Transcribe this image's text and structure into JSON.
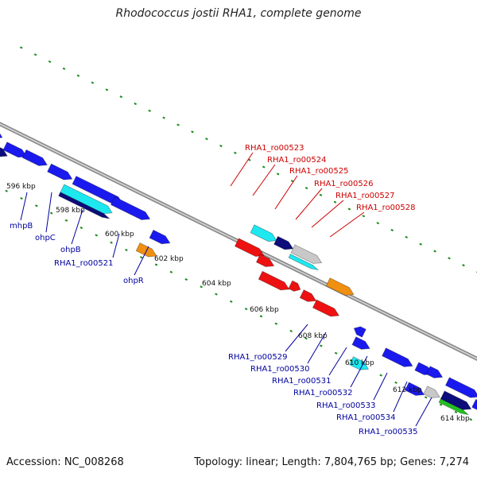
{
  "title": "Rhodococcus jostii RHA1, complete genome",
  "footer": {
    "accession": "Accession: NC_008268",
    "summary": "Topology: linear; Length: 7,804,765 bp; Genes: 7,274"
  },
  "colors": {
    "backbone": "#8c8c8c",
    "ticks": "#1a8a1a",
    "gene_blue": "#1a1aee",
    "gene_navy": "#0c0c7a",
    "gene_cyan": "#1de8f0",
    "gene_red": "#ee1111",
    "gene_orange": "#f09010",
    "gene_gray": "#c8c8c8",
    "gene_green": "#22c022",
    "label_red": "#cc0000",
    "label_blue": "#0000a0"
  },
  "scale_labels": [
    "596 kbp",
    "598 kbp",
    "600 kbp",
    "602 kbp",
    "604 kbp",
    "606 kbp",
    "608 kbp",
    "610 kbp",
    "612 kbp",
    "614 kbp"
  ],
  "top_labels": [
    "RHA1_ro00523",
    "RHA1_ro00524",
    "RHA1_ro00525",
    "RHA1_ro00526",
    "RHA1_ro00527",
    "RHA1_ro00528"
  ],
  "bottom_labels_left": [
    "mhpB",
    "ohpC",
    "ohpB",
    "RHA1_ro00521",
    "ohpR"
  ],
  "bottom_labels_right": [
    "RHA1_ro00529",
    "RHA1_ro00530",
    "RHA1_ro00531",
    "RHA1_ro00532",
    "RHA1_ro00533",
    "RHA1_ro00534",
    "RHA1_ro00535"
  ]
}
